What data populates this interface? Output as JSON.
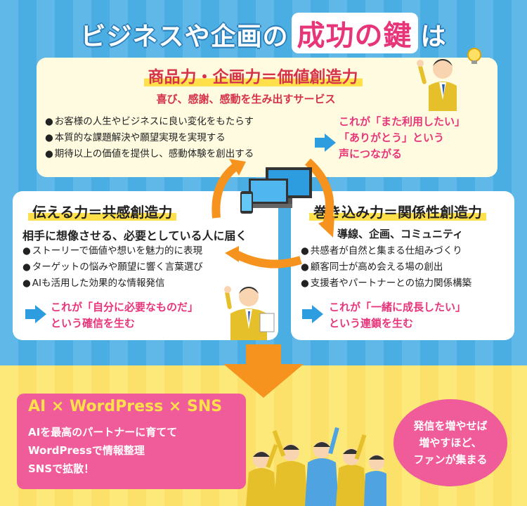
{
  "title": {
    "part1": "ビジネスや企画の",
    "highlight": "成功の鍵",
    "part2": "は"
  },
  "top_panel": {
    "heading": "商品力・企画力＝価値創造力",
    "subhead": "喜び、感謝、感動を生み出すサービス",
    "bullets": [
      "お客様の人生やビジネスに良い変化をもたらす",
      "本質的な課題解決や願望実現を実現する",
      "期待以上の価値を提供し、感動体験を創出する"
    ],
    "result_lines": [
      "これが「また利用したい」",
      "「ありがとう」という",
      "声につながる"
    ]
  },
  "left_panel": {
    "heading": "伝える力＝共感創造力",
    "subhead": "相手に想像させる、必要としている人に届く",
    "bullets": [
      "ストーリーで価値や想いを魅力的に表現",
      "ターゲットの悩みや願望に響く言葉選び",
      "AIも活用した効果的な情報発信"
    ],
    "result_lines": [
      "これが「自分に必要なものだ」",
      "という確信を生む"
    ]
  },
  "right_panel": {
    "heading": "巻き込み力＝関係性創造力",
    "subhead": "導線、企画、コミュニティ",
    "bullets": [
      "共感者が自然と集まる仕組みづくり",
      "顧客同士が高め会える場の創出",
      "支援者やパートナーとの協力関係構築"
    ],
    "result_lines": [
      "これが「一緒に成長したい」",
      "という連鎖を生む"
    ]
  },
  "bottom_box": {
    "title": "AI × WordPress × SNS",
    "lines": [
      "AIを最高のパートナーに育てて",
      "WordPressで情報整理",
      "SNSで拡散！"
    ]
  },
  "circle": {
    "lines": [
      "発信を増やせば",
      "増やすほど、",
      "ファンが集まる"
    ]
  },
  "colors": {
    "sky": "#5fb8e8",
    "pink": "#f05c9a",
    "red": "#d6334a",
    "orange": "#f5931e",
    "yellow": "#fde97a"
  }
}
